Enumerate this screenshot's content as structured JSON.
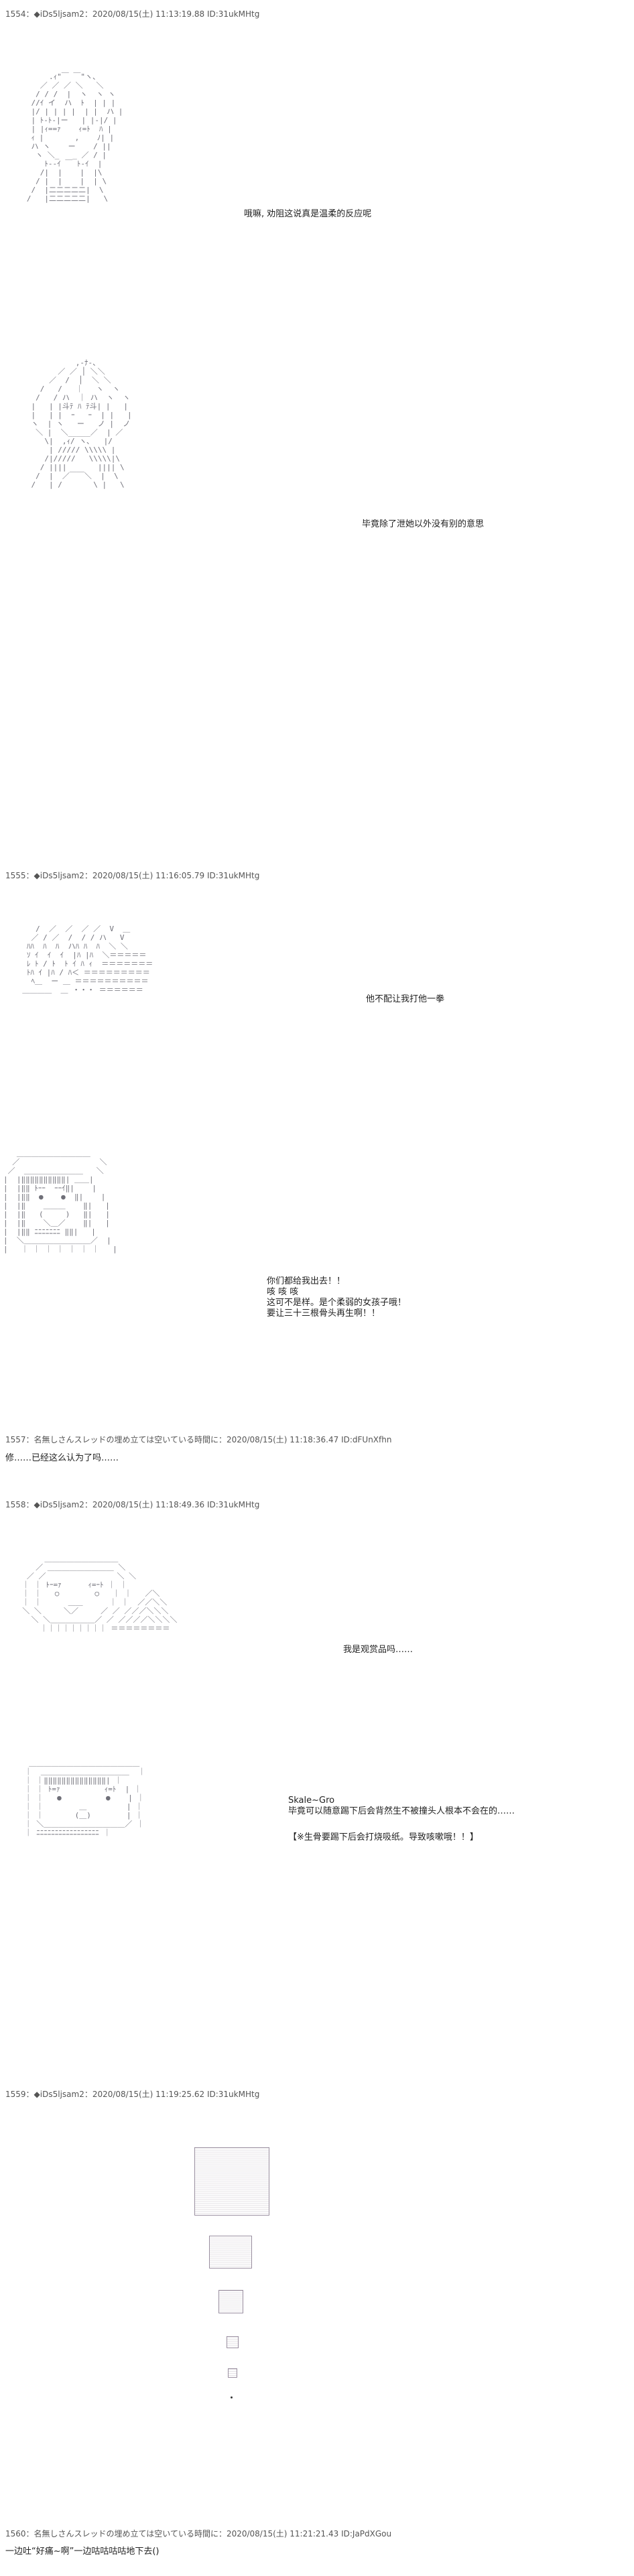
{
  "headers": [
    {
      "id": "h1554",
      "text": "1554：◆iDs5ljsam2：2020/08/15(土) 11:13:19.88 ID:31ukMHtg"
    },
    {
      "id": "h1555",
      "text": "1555：◆iDs5ljsam2：2020/08/15(土) 11:16:05.79 ID:31ukMHtg"
    },
    {
      "id": "h1557",
      "text": "1557：名無しさんスレッドの埋め立ては空いている時間に：2020/08/15(土) 11:18:36.47 ID:dFUnXfhn"
    },
    {
      "id": "h1558",
      "text": "1558：◆iDs5ljsam2：2020/08/15(土) 11:18:49.36 ID:31ukMHtg"
    },
    {
      "id": "h1559",
      "text": "1559：◆iDs5ljsam2：2020/08/15(土) 11:19:25.62 ID:31ukMHtg"
    },
    {
      "id": "h1560",
      "text": "1560：名無しさんスレッドの埋め立ては空いている時間に：2020/08/15(土) 11:21:21.43 ID:JaPdXGou"
    }
  ],
  "lines": {
    "l1554": "哦嘛, 劝阻这说真是温柔的反应呢",
    "l1554b": "毕竟除了泄她以外没有别的意思",
    "l1555": "他不配让我打他一拳",
    "l1555b": "你们都给我出去！！\n咳 咳 咳\n这可不是样。是个柔弱的女孩子哦！\n要让三十三根骨头再生啊！！",
    "l1557": "修……已经这么认为了吗……",
    "l1558a": "我是观赏品吗……",
    "l1558b": "Skale~Gro\n毕竟可以随意踢下后会背然生不被撞头人根本不会在的……",
    "l1558c": "【※生骨要踢下后会打烧吸纸。导致咳嗽哦！！】",
    "l1560": "一边吐“好痛~啊”一边咕咕咕咕地下去()"
  }
}
